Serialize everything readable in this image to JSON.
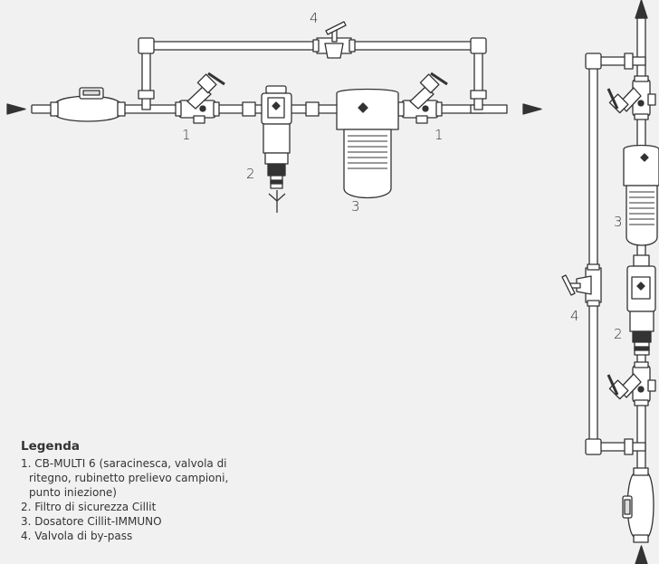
{
  "callouts": {
    "bypass_top": "4",
    "valve_left": "1",
    "valve_right": "1",
    "filter_top": "2",
    "dosing_top": "3",
    "dosing_right": "3",
    "bypass_right": "4",
    "filter_right": "2"
  },
  "legend": {
    "title": "Legenda",
    "items": [
      {
        "lines": [
          "1. CB-MULTI 6 (saracinesca, valvola di",
          "ritegno, rubinetto prelievo campioni,",
          "punto iniezione)"
        ]
      },
      {
        "lines": [
          "2. Filtro di sicurezza Cillit"
        ]
      },
      {
        "lines": [
          "3. Dosatore Cillit-IMMUNO"
        ]
      },
      {
        "lines": [
          "4. Valvola di by-pass"
        ]
      }
    ]
  },
  "colors": {
    "background": "#f1f1f1",
    "stroke": "#333333",
    "pipe": "#ffffff"
  }
}
